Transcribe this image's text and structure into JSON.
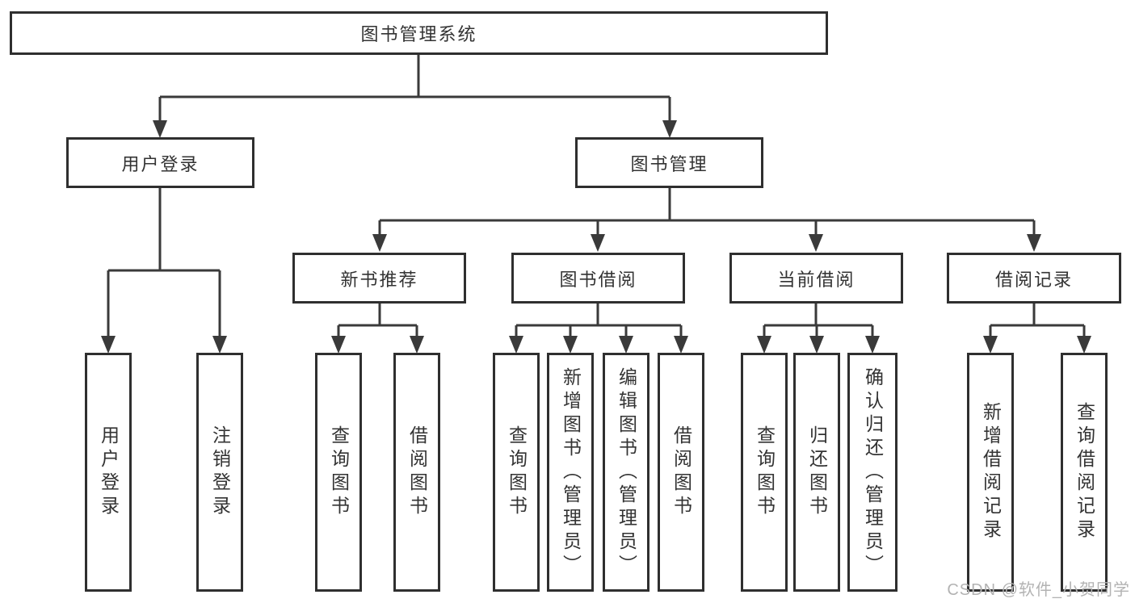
{
  "diagram": {
    "root_label": "图书管理系统",
    "watermark": "CSDN @软件_小贺同学",
    "branches": [
      {
        "label": "用户登录",
        "children": [
          "用户登录",
          "注销登录"
        ]
      },
      {
        "label": "图书管理",
        "children": [
          {
            "label": "新书推荐",
            "children": [
              "查询图书",
              "借阅图书"
            ]
          },
          {
            "label": "图书借阅",
            "children": [
              "查询图书",
              "新增图书（管理员）",
              "编辑图书（管理员）",
              "借阅图书"
            ]
          },
          {
            "label": "当前借阅",
            "children": [
              "查询图书",
              "归还图书",
              "确认归还（管理员）"
            ]
          },
          {
            "label": "借阅记录",
            "children": [
              "新增借阅记录",
              "查询借阅记录"
            ]
          }
        ]
      }
    ],
    "colors": {
      "line": "#3a3a3a",
      "border": "#2f2f2f",
      "text": "#333333",
      "watermark": "#b3b3b3"
    }
  }
}
